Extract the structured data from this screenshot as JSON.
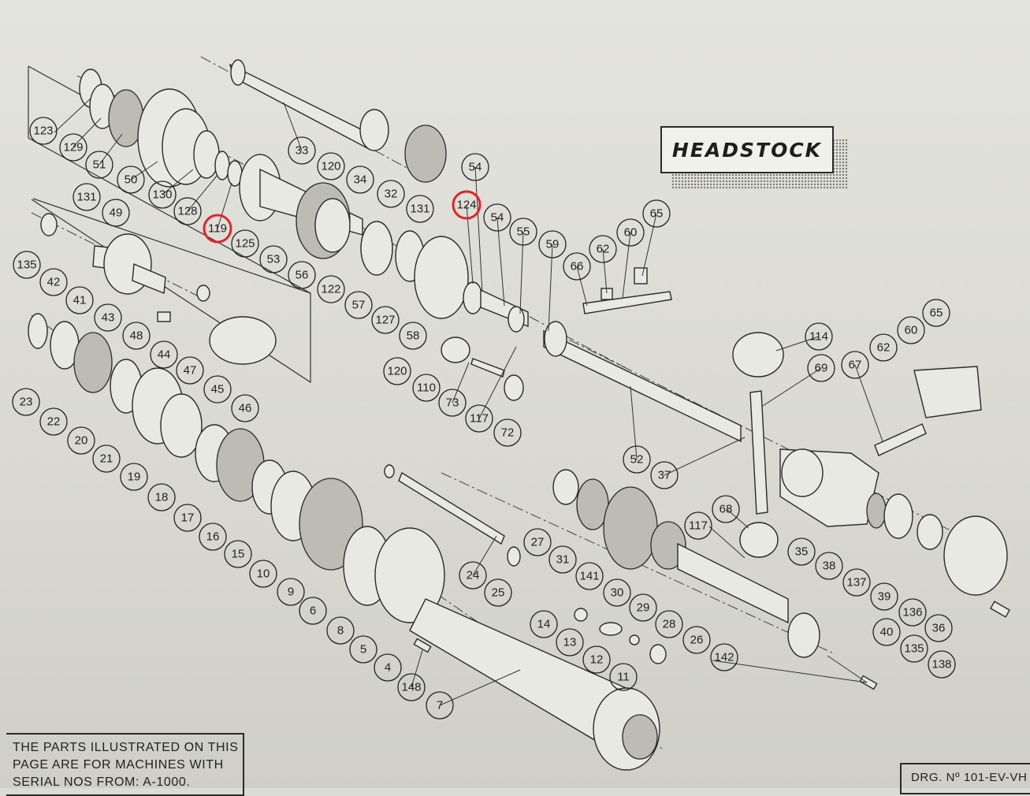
{
  "title": "HEADSTOCK",
  "note_lines": [
    "THE PARTS ILLUSTRATED ON THIS",
    "PAGE ARE FOR MACHINES WITH",
    "SERIAL Nos FROM: A-1000."
  ],
  "drawing_number": "DRG. Nº 101-EV-VH",
  "highlight_color": "#e0242c",
  "highlighted_parts": [
    "119",
    "124"
  ],
  "part_numbers": [
    "123",
    "129",
    "51",
    "50",
    "130",
    "128",
    "119",
    "125",
    "53",
    "56",
    "33",
    "120",
    "34",
    "32",
    "131",
    "54",
    "124",
    "54",
    "55",
    "59",
    "122",
    "57",
    "127",
    "58",
    "66",
    "62",
    "60",
    "65",
    "120",
    "110",
    "73",
    "117",
    "72",
    "114",
    "69",
    "62",
    "60",
    "65",
    "67",
    "52",
    "37",
    "131",
    "49",
    "135",
    "42",
    "41",
    "43",
    "48",
    "44",
    "47",
    "45",
    "46",
    "23",
    "22",
    "20",
    "21",
    "19",
    "18",
    "17",
    "16",
    "15",
    "10",
    "9",
    "6",
    "8",
    "5",
    "4",
    "148",
    "7",
    "24",
    "25",
    "27",
    "31",
    "141",
    "30",
    "29",
    "28",
    "26",
    "142",
    "117",
    "68",
    "35",
    "38",
    "137",
    "39",
    "40",
    "136",
    "135",
    "36",
    "138",
    "14",
    "13",
    "12",
    "11"
  ]
}
